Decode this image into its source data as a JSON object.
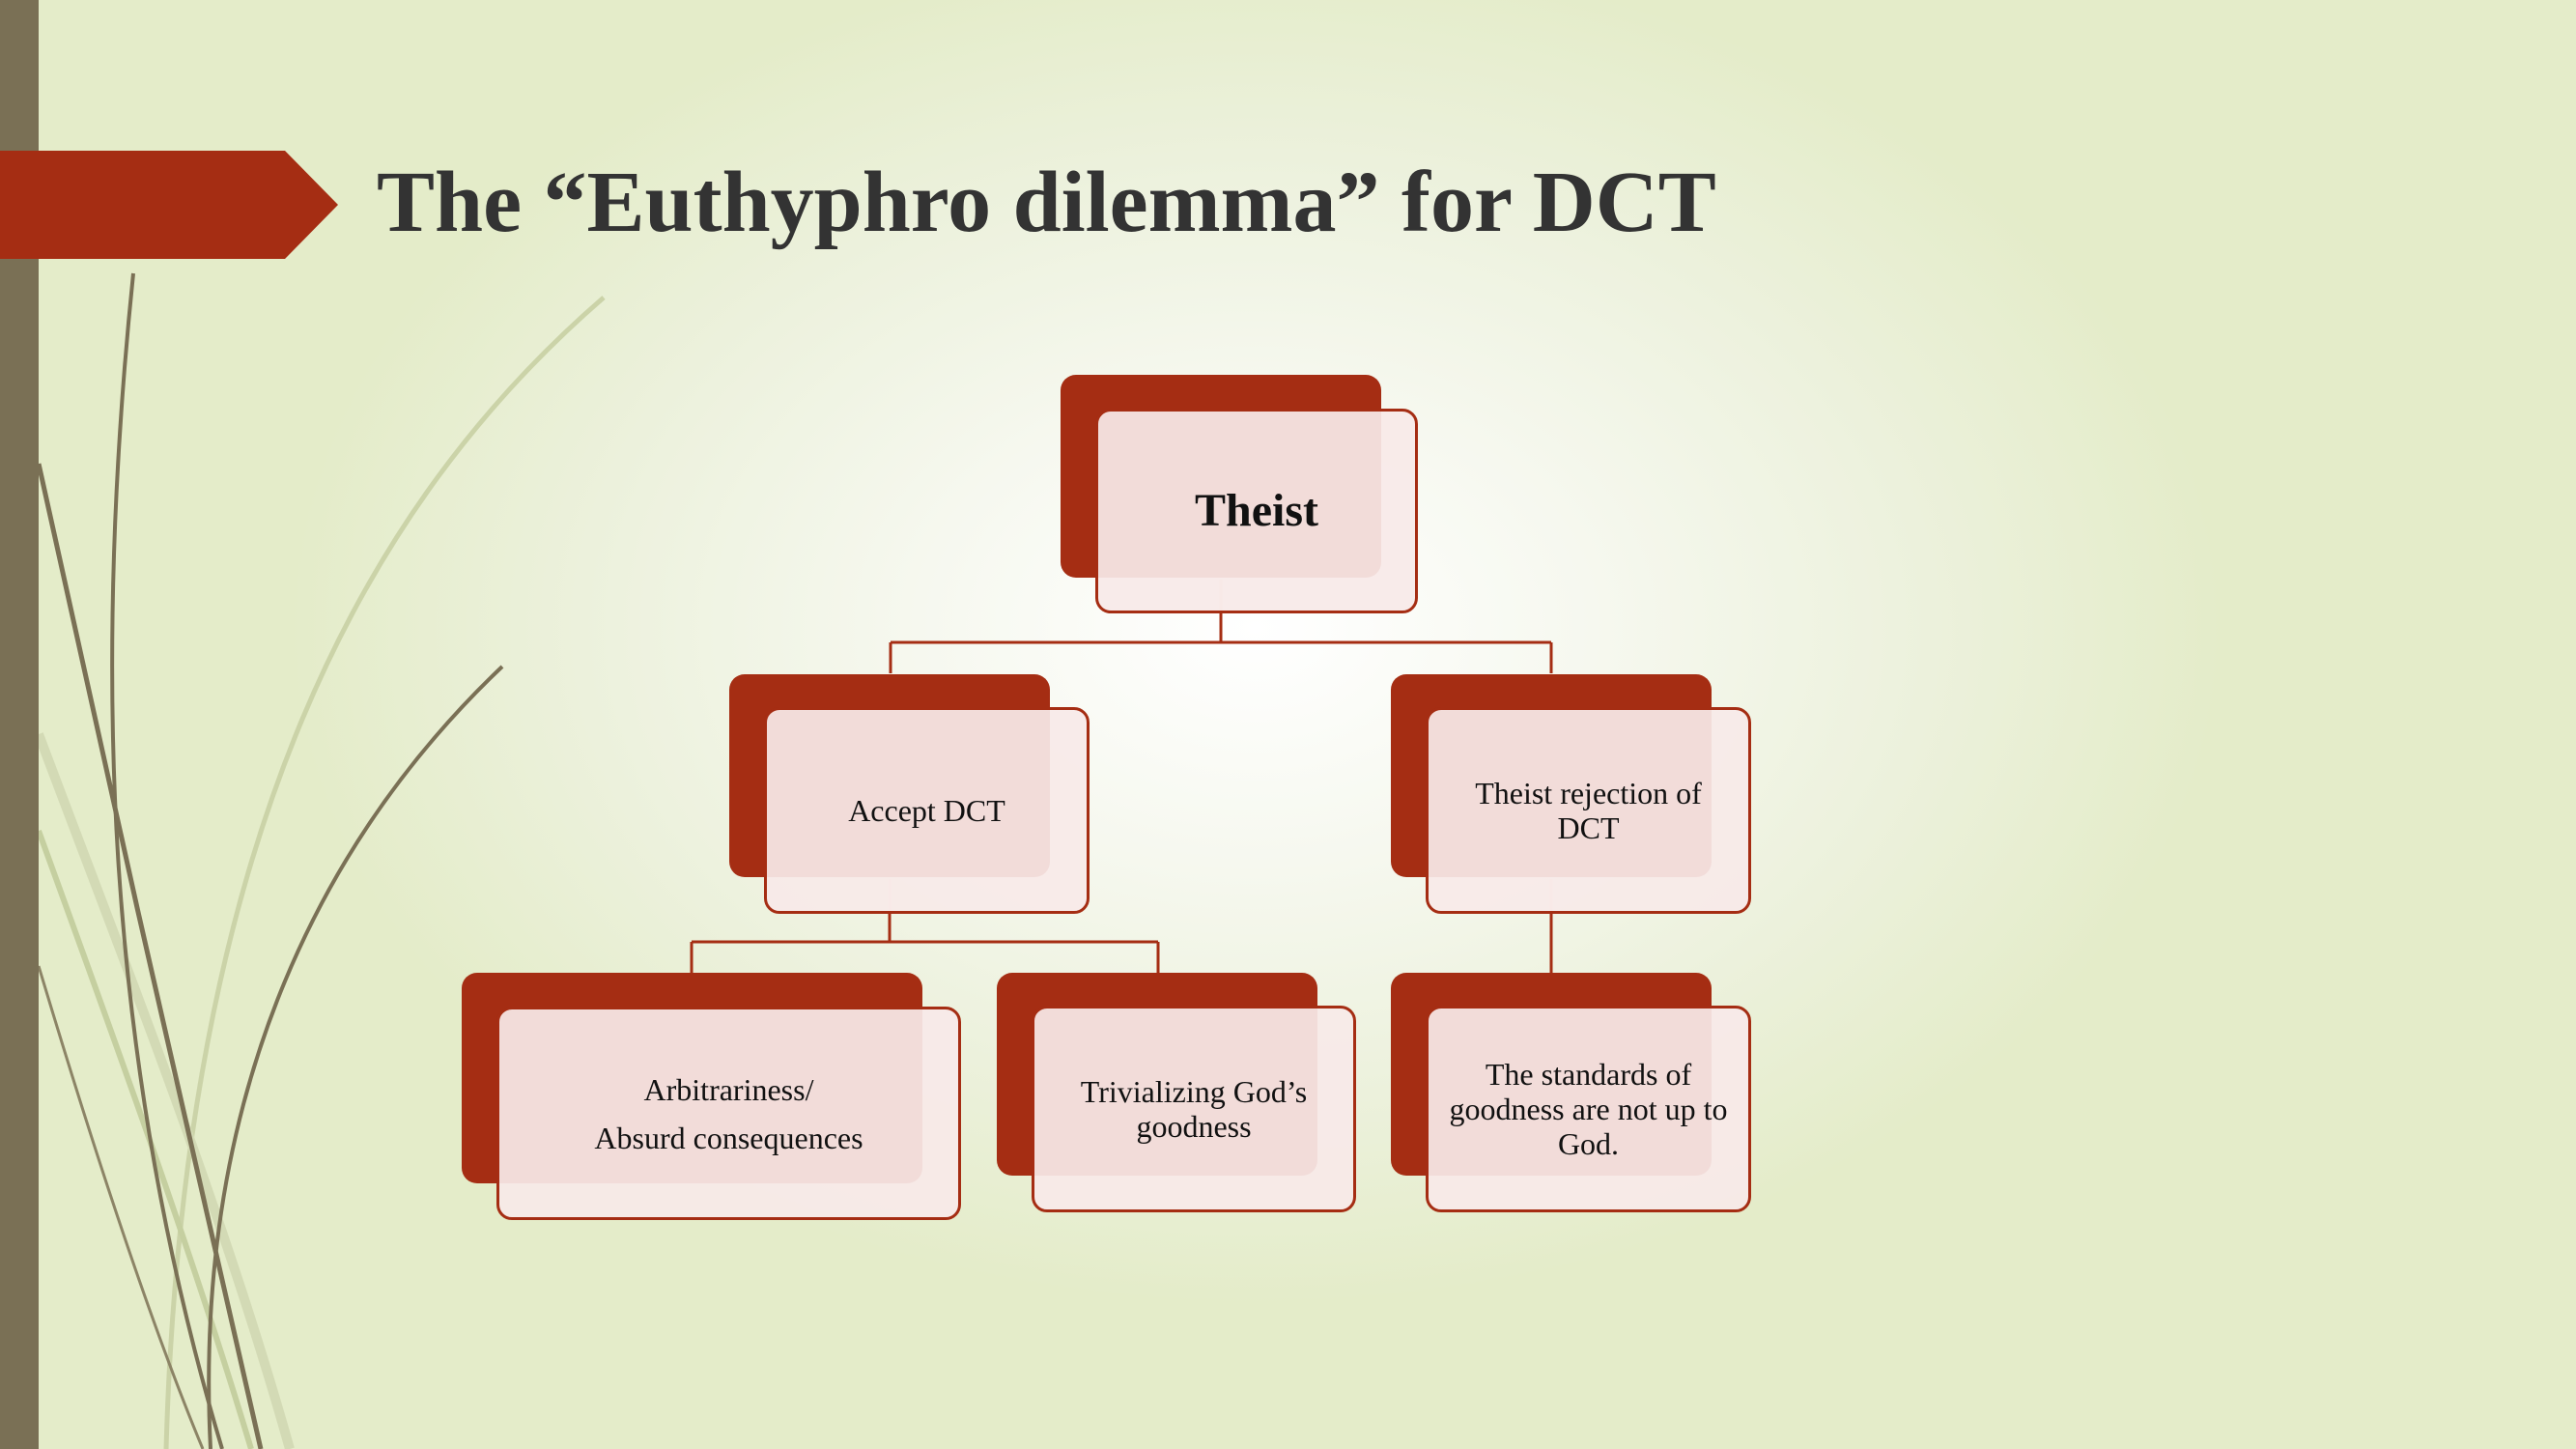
{
  "slide": {
    "title": "The “Euthyphro dilemma” for DCT"
  },
  "diagram": {
    "root": {
      "label": "Theist"
    },
    "accept": {
      "label": "Accept DCT"
    },
    "reject": {
      "label": "Theist rejection of\nDCT"
    },
    "arbitrariness": {
      "label": "Arbitrariness/\nAbsurd consequences"
    },
    "trivializing": {
      "label": "Trivializing God’s\ngoodness"
    },
    "standards": {
      "label": "The standards of\ngoodness are not up to\nGod."
    }
  },
  "colors": {
    "accent": "#a52d13",
    "side_bar": "#7a7055",
    "box_fill": "#f8eae8",
    "title_text": "#333333"
  },
  "icons": {
    "title_marker": "arrow-flag-icon",
    "decoration": "grass-swoosh-icon"
  }
}
